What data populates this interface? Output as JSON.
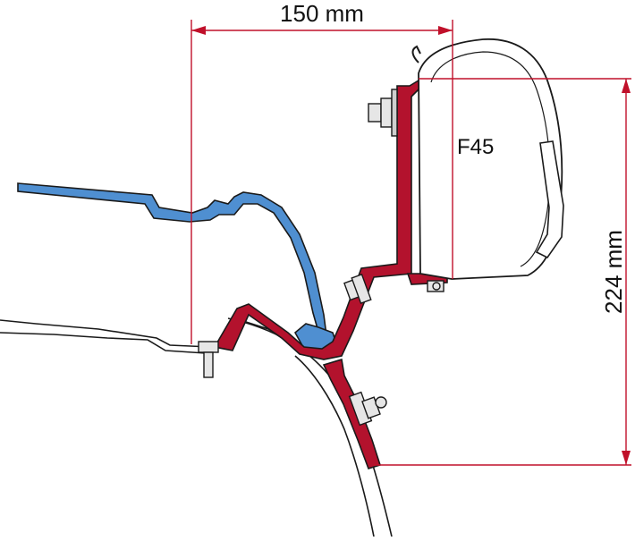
{
  "dimensions": {
    "width_label": "150 mm",
    "height_label": "224 mm"
  },
  "model_label": "F45",
  "colors": {
    "dimension_line": "#c0102a",
    "bracket_fill": "#b3122d",
    "rail_fill": "#4f8fd1",
    "outline": "#1a1a1a",
    "background": "#ffffff"
  }
}
